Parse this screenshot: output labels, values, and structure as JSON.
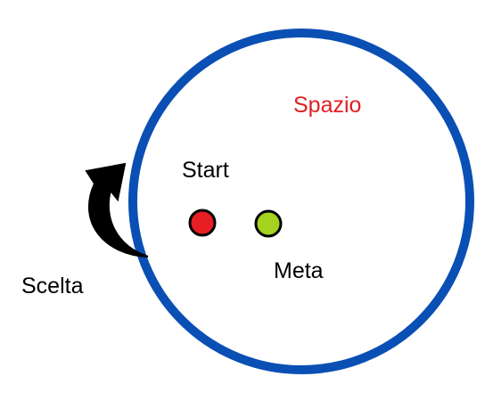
{
  "labels": {
    "space": "Spazio",
    "start": "Start",
    "goal": "Meta",
    "choice": "Scelta"
  },
  "colors": {
    "circle_stroke": "#0a4fb4",
    "space_text": "#e02020",
    "text": "#000000",
    "start_point": "#e81e25",
    "goal_point": "#a5d21f",
    "point_outline": "#000000",
    "arrow": "#000000"
  },
  "icons": {
    "choice_arrow": "curved-arrow-icon"
  }
}
